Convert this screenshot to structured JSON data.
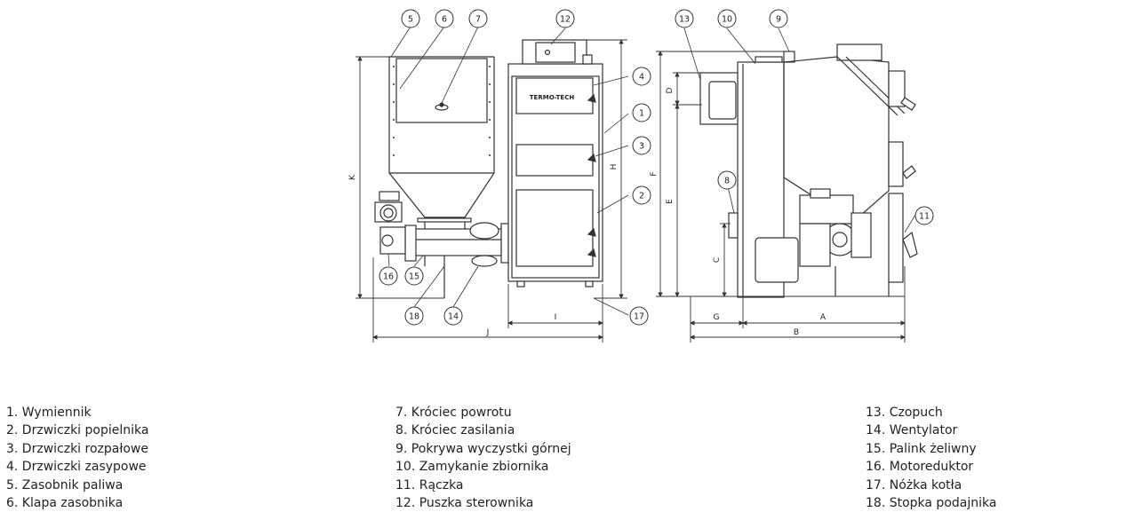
{
  "brand_label": "TERMO-TECH",
  "callouts": [
    "1",
    "2",
    "3",
    "4",
    "5",
    "6",
    "7",
    "8",
    "9",
    "10",
    "11",
    "12",
    "13",
    "14",
    "15",
    "16",
    "17",
    "18"
  ],
  "dimensions": [
    "A",
    "B",
    "C",
    "D",
    "E",
    "F",
    "G",
    "H",
    "I",
    "J",
    "K"
  ],
  "legend": {
    "col1": [
      "1. Wymiennik",
      "2. Drzwiczki popielnika",
      "3. Drzwiczki rozpałowe",
      "4. Drzwiczki zasypowe",
      "5. Zasobnik paliwa",
      "6. Klapa zasobnika"
    ],
    "col2": [
      "7. Króciec powrotu",
      "8. Króciec zasilania",
      "9. Pokrywa wyczystki górnej",
      "10. Zamykanie zbiornika",
      "11. Rączka",
      "12. Puszka sterownika"
    ],
    "col3": [
      "13. Czopuch",
      "14. Wentylator",
      "15. Palink żeliwny",
      "16. Motoreduktor",
      "17. Nóżka kotła",
      "18. Stopka podajnika"
    ]
  }
}
